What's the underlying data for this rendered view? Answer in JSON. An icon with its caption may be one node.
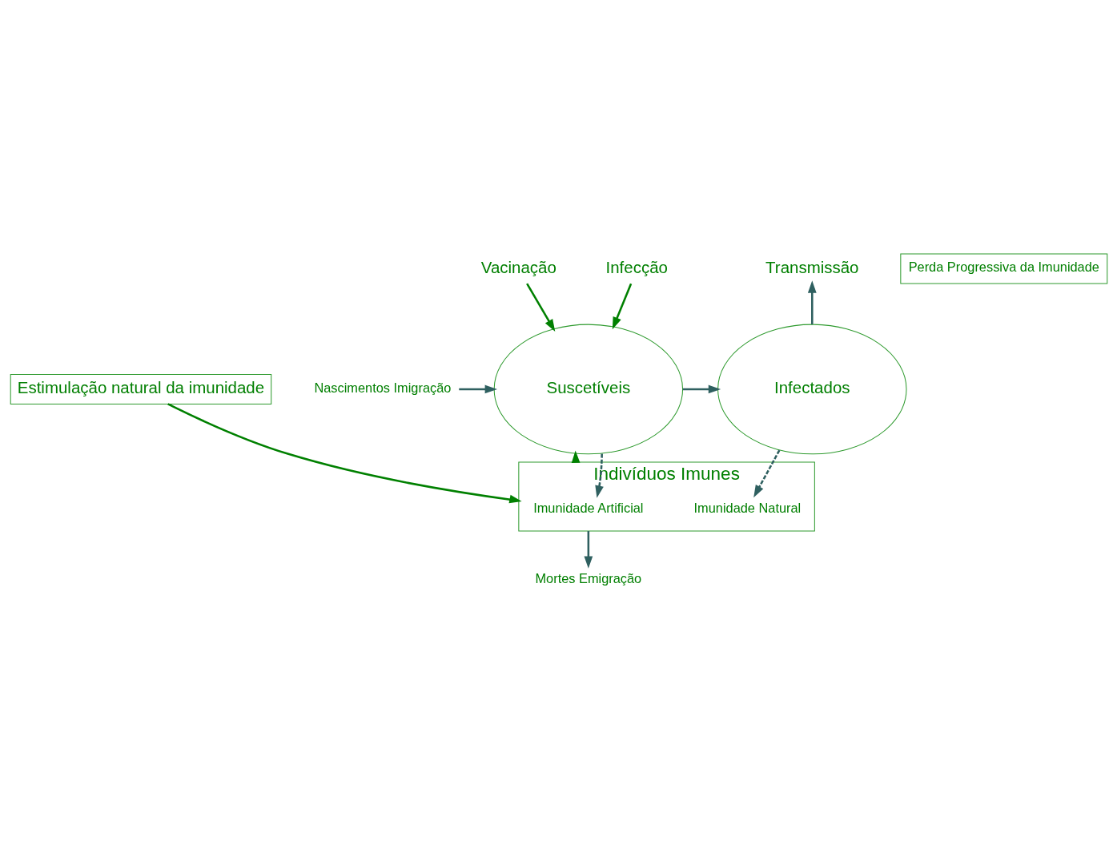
{
  "diagram": {
    "nodes": [
      {
        "text": [
          "Vacinação"
        ]
      },
      {
        "text": [
          "Infecção"
        ]
      },
      {
        "text": [
          "Transmissão"
        ]
      },
      {
        "text": [
          "Nascimentos Imigração"
        ]
      },
      {
        "text": [
          "Suscetíveis"
        ]
      },
      {
        "text": [
          "Infectados"
        ]
      },
      {
        "text": [
          "Perda Progressiva da Imunidade"
        ]
      },
      {
        "text": [
          "Indivíduos Imunes"
        ]
      },
      {
        "text": [
          "Imunidade Artificial"
        ],
        "in": 7
      },
      {
        "text": [
          "Imunidade Natural"
        ],
        "in": 7
      },
      {
        "text": [
          "Mortes Emigração"
        ]
      },
      {
        "text": [
          "Estimulação natural da imunidade"
        ]
      }
    ],
    "edges": [
      {
        "from": 0,
        "to": 4,
        "arrow": "to",
        "color": "#008000"
      },
      {
        "from": 1,
        "to": 4,
        "arrow": "to",
        "color": "#008000"
      },
      {
        "from": 5,
        "to": 2,
        "arrow": "to"
      },
      {
        "from": 3,
        "to": 4,
        "arrow": "to"
      },
      {
        "from": 4,
        "to": 5,
        "arrow": "to"
      },
      {
        "from": 4,
        "to": 8,
        "arrow": "to",
        "style": "dashed"
      },
      {
        "from": 7,
        "to": 4,
        "arrow": "to",
        "color": "#008000"
      },
      {
        "from": 5,
        "to": 9,
        "arrow": "to",
        "style": "dashed"
      },
      {
        "from": 7,
        "to": 10,
        "arrow": "to"
      },
      {
        "from": 11,
        "to": 7,
        "arrow": "to",
        "color": "#008000"
      }
    ]
  }
}
